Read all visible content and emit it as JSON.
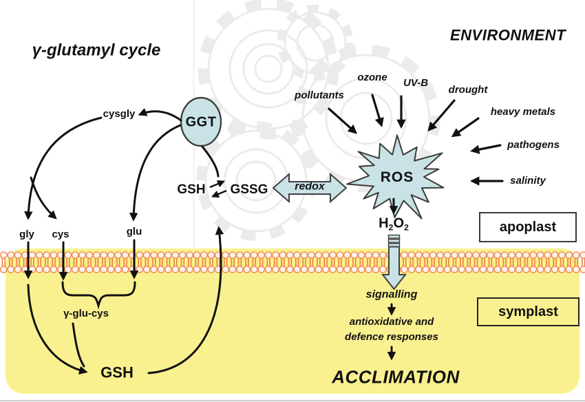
{
  "figure": {
    "title_left": "γ-glutamyl cycle",
    "title_right": "ENVIRONMENT"
  },
  "colors": {
    "shape_fill": "#c9e2e5",
    "shape_stroke": "#404040",
    "symplast_yellow": "#f9f18f",
    "membrane_orange": "#ef8a52",
    "gear_gray": "#ebebeb"
  },
  "stressors": [
    {
      "label": "pollutants"
    },
    {
      "label": "ozone"
    },
    {
      "label": "UV-B"
    },
    {
      "label": "drought"
    },
    {
      "label": "heavy metals"
    },
    {
      "label": "pathogens"
    },
    {
      "label": "salinity"
    }
  ],
  "apoplast": {
    "region_label": "apoplast",
    "enzyme": "GGT",
    "cysgly": "cysgly",
    "gsh": "GSH",
    "gssg": "GSSG",
    "redox": "redox",
    "ros": "ROS",
    "h2o2": {
      "h": "H",
      "s1": "2",
      "o": "O",
      "s2": "2"
    }
  },
  "symplast": {
    "region_label": "symplast",
    "gly": "gly",
    "cys": "cys",
    "glu": "glu",
    "gglucys": "γ-glu-cys",
    "gsh": "GSH",
    "signalling": "signalling",
    "responses_line1": "antioxidative and",
    "responses_line2": "defence responses",
    "acclimation": "ACCLIMATION"
  }
}
